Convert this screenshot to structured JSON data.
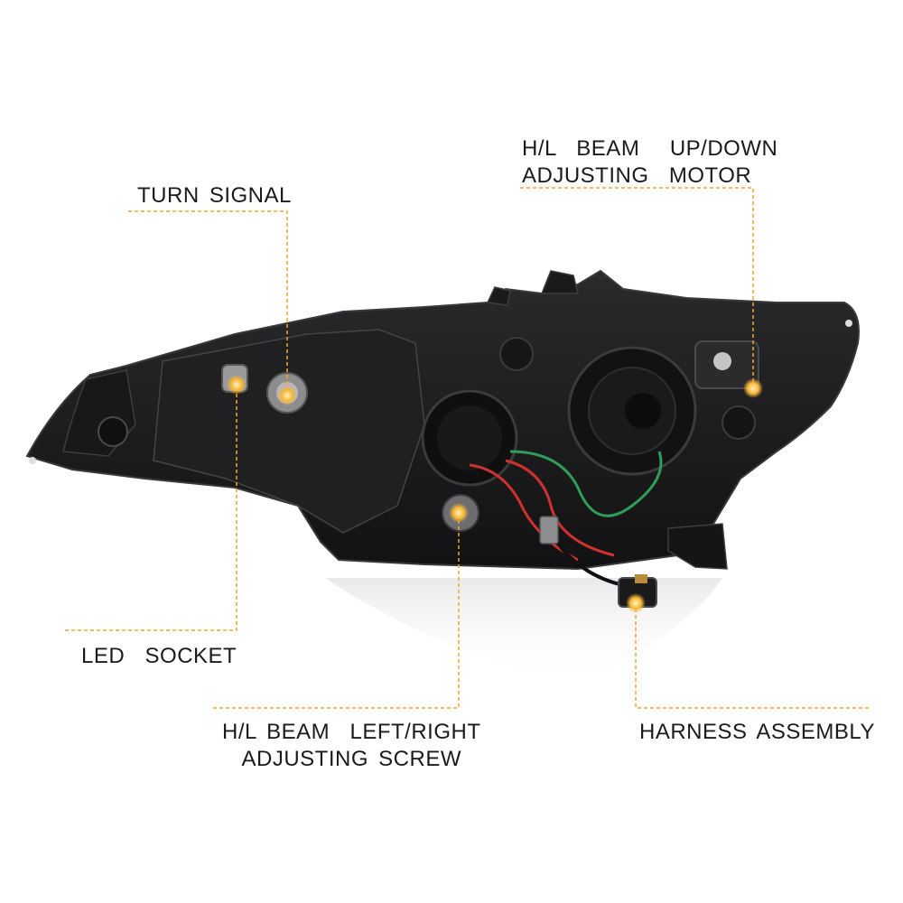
{
  "colors": {
    "leader_line": "#f5a623",
    "marker_dot": "#f7b733",
    "housing": "#1c1c1e",
    "housing_edge": "#3a3a3c",
    "wire_red": "#d0312d",
    "wire_green": "#2e9e5b",
    "background": "#ffffff"
  },
  "callouts": {
    "turn_signal": {
      "line1": "TURN SIGNAL"
    },
    "updown_motor": {
      "line1": "H/L  BEAM   UP/DOWN",
      "line2": "ADJUSTING  MOTOR"
    },
    "led_socket": {
      "line1": "LED  SOCKET"
    },
    "leftright_screw": {
      "line1": "H/L BEAM  LEFT/RIGHT",
      "line2": "ADJUSTING SCREW"
    },
    "harness": {
      "line1": "HARNESS ASSEMBLY"
    }
  }
}
